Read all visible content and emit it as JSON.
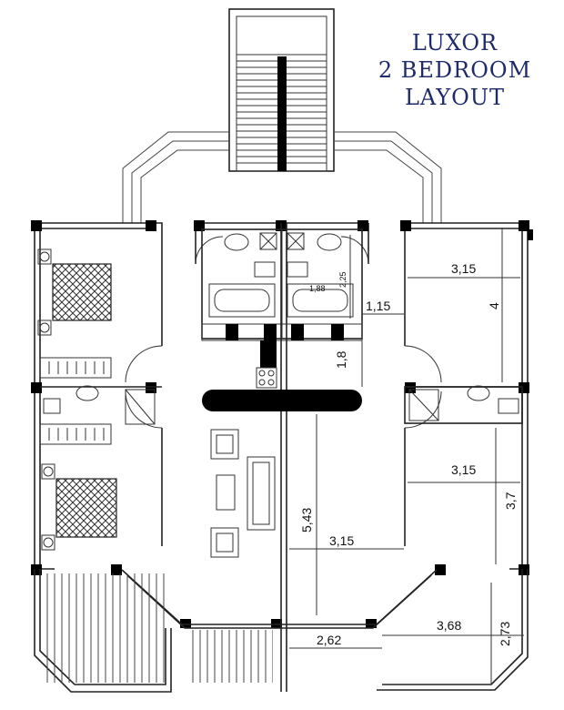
{
  "title": {
    "line1": "LUXOR",
    "line2": "2 BEDROOM",
    "line3": "LAYOUT"
  },
  "dimensions": {
    "d_315_top": "3,15",
    "d_4": "4",
    "d_115": "1,15",
    "d_188": "1,88",
    "d_225": "2,25",
    "d_18": "1,8",
    "d_315_mid": "3,15",
    "d_37": "3,7",
    "d_543": "5,43",
    "d_315_center": "3,15",
    "d_368": "3,68",
    "d_273": "2,73",
    "d_262": "2,62"
  }
}
